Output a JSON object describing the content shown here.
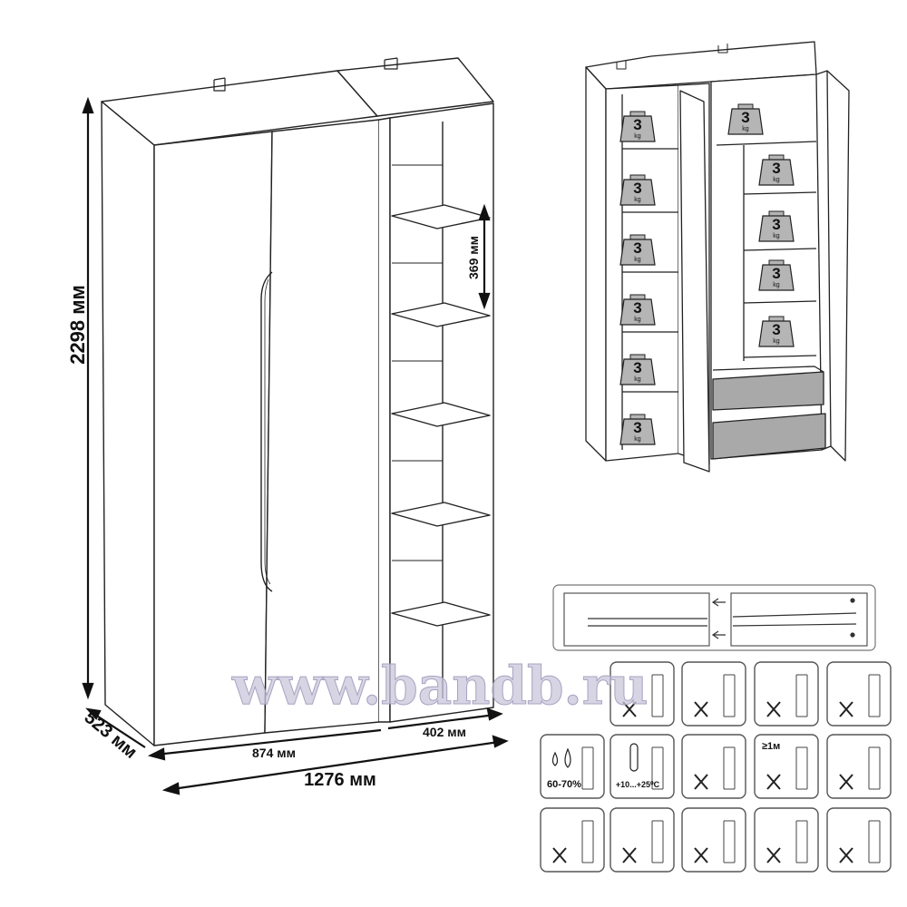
{
  "dimensions": {
    "height": "2298 мм",
    "depth": "523 мм",
    "shelf_gap": "369 мм",
    "left_section_width": "874 мм",
    "right_section_width": "402 мм",
    "total_width": "1276 мм"
  },
  "load_labels": {
    "value": "3",
    "unit": "kg"
  },
  "watermark": "www.bandb.ru",
  "care_icons": {
    "humidity": "60-70%",
    "temperature": "+10...+25⁰C",
    "distance": "≥1м"
  },
  "colors": {
    "line": "#222222",
    "drawer_fill": "#a9a9a9",
    "weight_fill": "#b5b5b5",
    "icon_border": "#555555"
  }
}
